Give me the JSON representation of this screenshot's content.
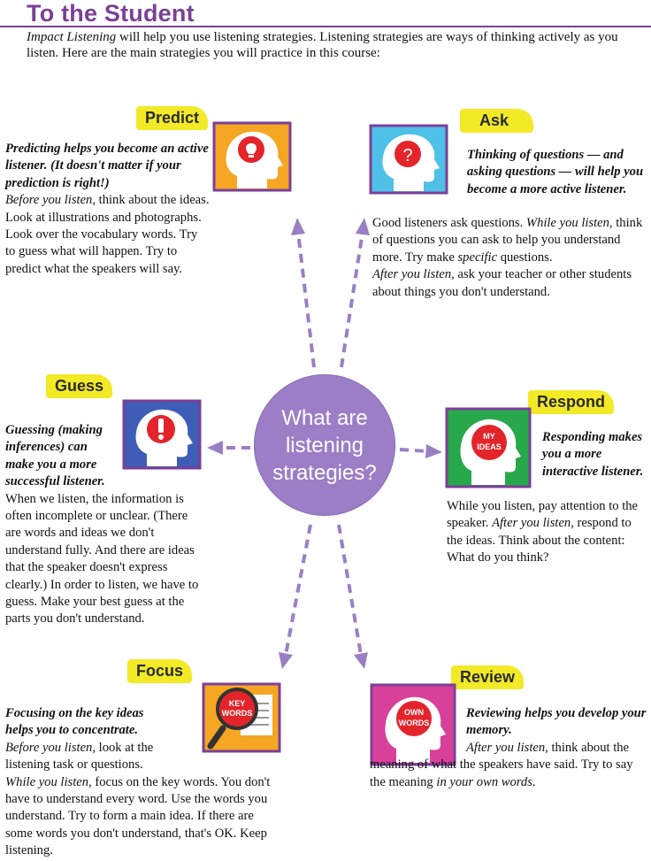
{
  "header": {
    "title": "To the Student",
    "intro_em": "Impact Listening",
    "intro_rest": " will help you use listening strategies. Listening strategies are ways of thinking actively as you listen. Here are the main strategies you will practice in this course:"
  },
  "center": {
    "label": "What are listening strategies?"
  },
  "colors": {
    "purple": "#7b3f98",
    "lavender": "#9b7ec6",
    "yellow_tab": "#f2ea26"
  },
  "strategies": {
    "predict": {
      "tab": "Predict",
      "icon": "lightbulb-icon",
      "lead": "Predicting helps you become an active listener. (It doesn't matter if your prediction is right!)",
      "p1_em": "Before you listen",
      "p1_rest": ", think about the ideas. Look at illustrations and photographs. Look over the vocabulary words. Try to guess what will happen. Try to predict what the speakers will say."
    },
    "ask": {
      "tab": "Ask",
      "icon": "question-mark-icon",
      "lead": "Thinking of questions — and asking questions — will help you become a more active listener.",
      "p1": "Good listeners ask questions. ",
      "p1_em": "While you listen,",
      "p1_rest": " think of questions you can ask to help you understand more. Try make ",
      "p1_em2": "specific",
      "p1_rest2": " questions.",
      "p2_em": "After you listen,",
      "p2_rest": " ask your teacher or other students about things you don't understand."
    },
    "guess": {
      "tab": "Guess",
      "icon": "exclamation-icon",
      "lead": "Guessing (making inferences) can make you a more successful listener.",
      "body": "When we listen, the information is often incomplete or unclear. (There are words and ideas we don't understand fully. And there are  ideas that the speaker doesn't express clearly.) In order to listen, we have to guess. Make your best guess at the parts you don't understand."
    },
    "respond": {
      "tab": "Respond",
      "icon": "my-ideas-icon",
      "icon_text_1": "MY",
      "icon_text_2": "IDEAS",
      "lead": "Responding makes you a more interactive listener.",
      "p1": "While you listen, pay attention to the speaker. ",
      "p1_em": "After you listen,",
      "p1_rest": " respond to the ideas. Think about the content: What do you think?"
    },
    "focus": {
      "tab": "Focus",
      "icon": "key-words-icon",
      "icon_text_1": "KEY",
      "icon_text_2": "WORDS",
      "lead": "Focusing on the key ideas helps you to concentrate.",
      "p1_em": "Before you listen,",
      "p1_rest": " look at the listening task or questions.",
      "p2_em": "While you listen,",
      "p2_rest": " focus on the key words. You don't have to understand every word. Use the words you understand. Try to form a main idea. If there are some words you don't understand, that's OK. Keep listening."
    },
    "review": {
      "tab": "Review",
      "icon": "own-words-icon",
      "icon_text_1": "OWN",
      "icon_text_2": "WORDS",
      "lead": "Reviewing helps you develop your memory.",
      "p1_em": "After you listen,",
      "p1_rest": " think about the meaning of what the speakers have said. Try to say the meaning ",
      "p1_em2": "in your own words",
      "p1_rest2": "."
    }
  }
}
